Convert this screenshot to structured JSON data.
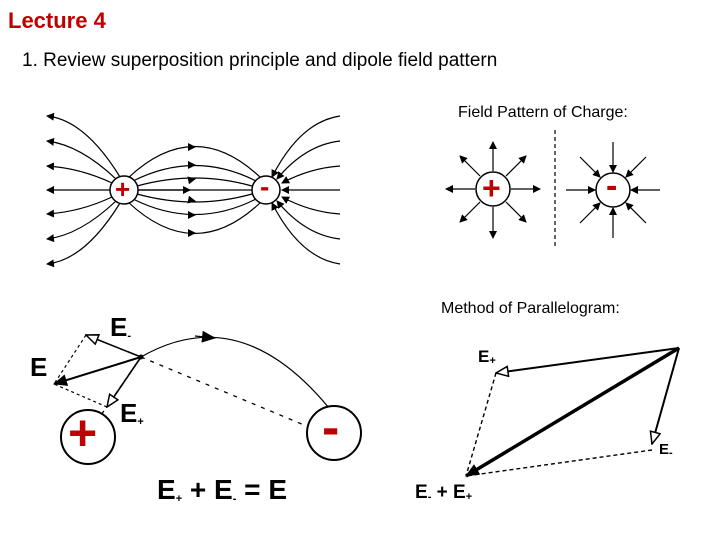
{
  "slide": {
    "title": "Lecture 4",
    "subtitle": "1. Review superposition principle and dipole field pattern"
  },
  "dipole": {
    "pos_sign": "+",
    "neg_sign": "-"
  },
  "field_pattern": {
    "label": "Field Pattern of Charge:",
    "pos_sign": "+",
    "neg_sign": "-"
  },
  "superposition": {
    "e_minus": {
      "letter": "E",
      "sub": "-"
    },
    "e_total": "E",
    "e_plus": {
      "letter": "E",
      "sub": "+"
    },
    "pos_sign": "+",
    "neg_sign": "-",
    "equation": {
      "a": "E",
      "a_sub": "+",
      "plus": " + ",
      "b": "E",
      "b_sub": "-",
      "equals": " = ",
      "c": "E"
    }
  },
  "parallelogram": {
    "label": "Method of Parallelogram:",
    "e_plus": {
      "letter": "E",
      "sub": "+"
    },
    "e_minus": {
      "letter": "E",
      "sub": "-"
    },
    "equation": {
      "a": "E",
      "a_sub": "-",
      "plus": " + ",
      "b": "E",
      "b_sub": "+"
    }
  },
  "colors": {
    "accent": "#c00000",
    "ink": "#000000"
  }
}
